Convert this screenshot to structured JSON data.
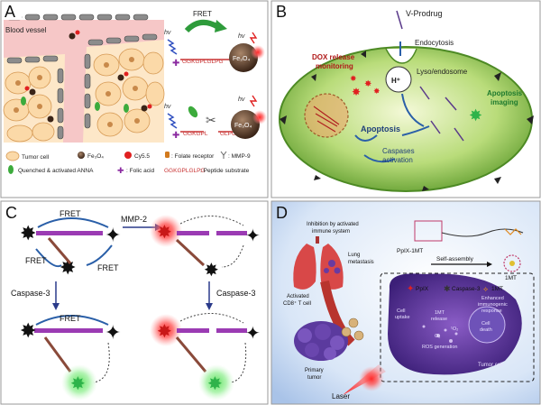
{
  "panels": {
    "a": {
      "letter": "A",
      "blood_vessel": "Blood vessel",
      "hv": "hv",
      "fret": "FRET",
      "fe3o4": "Fe₃O₄",
      "seq_full": "GGKGPLGLPG",
      "seq_left": "GGKGPL",
      "seq_right": "GLPG",
      "legend": {
        "tumor_cell": "Tumor cell",
        "fe3o4": "Fe₃O₄",
        "cy55": "Cy5.5",
        "folate_receptor": ": Folate receptor",
        "mmp9": ": MMP-9",
        "quenched": "Quenched & activated ANNA",
        "folic_acid": ": Folic acid",
        "peptide_seq": "GGKGPLGLPG",
        "peptide_label": ": Peptide substrate"
      }
    },
    "b": {
      "letter": "B",
      "prodrug": "V-Prodrug",
      "endocytosis": "Endocytosis",
      "h_plus": "H⁺",
      "lyso": "Lyso/endosome",
      "dox_line1": "DOX release",
      "dox_line2": "monitoring",
      "apoptosis": "Apoptosis",
      "apoptosis_imaging_line1": "Apoptosis",
      "apoptosis_imaging_line2": "imaging",
      "caspases_line1": "Caspases",
      "caspases_line2": "activation"
    },
    "c": {
      "letter": "C",
      "fret_top": "FRET",
      "fret_left": "FRET",
      "fret_right": "FRET",
      "mmp2": "MMP-2",
      "caspase3_left": "Caspase-3",
      "caspase3_right": "Caspase-3",
      "fret_bottom": "FRET"
    },
    "d": {
      "letter": "D",
      "inhibition_line1": "Inhibition by activated",
      "inhibition_line2": "immune system",
      "lung_line1": "Lung",
      "lung_line2": "metastasis",
      "ppix_1mt": "PpIX-1MT",
      "self_assembly": "Self-assembly",
      "one_mt": "1MT",
      "activated_line1": "Activated",
      "activated_line2": "CD8⁺ T cell",
      "legend_ppix": "PpIX",
      "legend_caspase": "Caspase-3",
      "legend_1mt": "1MT",
      "cell_uptake_line1": "Cell",
      "cell_uptake_line2": "uptake",
      "mt_release_line1": "1MT",
      "mt_release_line2": "release",
      "enhanced_line1": "Enhanced",
      "enhanced_line2": "immunogenic",
      "enhanced_line3": "response",
      "cell_death_line1": "Cell",
      "cell_death_line2": "death",
      "o2": "O₂",
      "singlet_o2": "¹O₂",
      "ros": "ROS generation",
      "tumor_cell": "Tumor cell",
      "primary_line1": "Primary",
      "primary_line2": "tumor",
      "laser": "Laser"
    }
  }
}
